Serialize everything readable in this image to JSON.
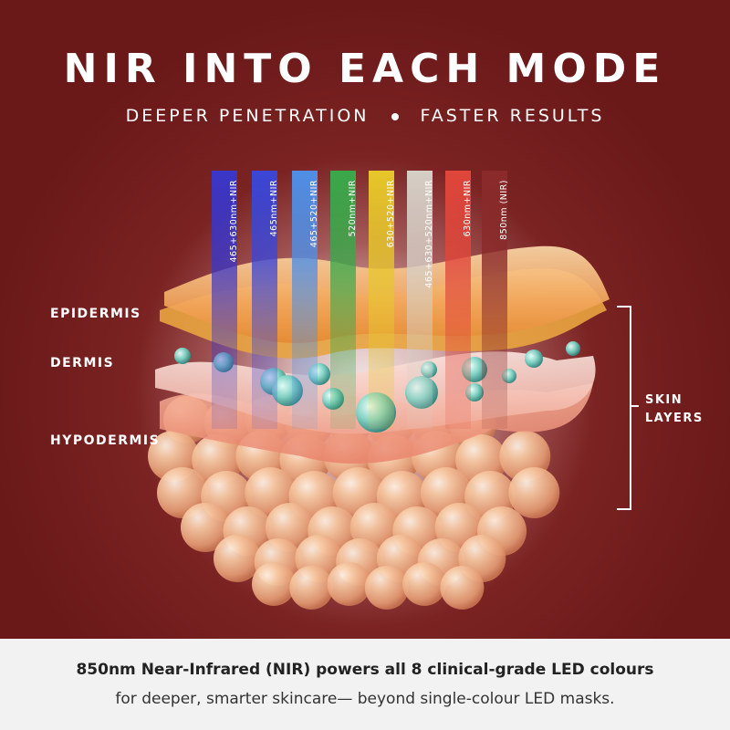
{
  "title": "NIR INTO EACH MODE",
  "subtitle": {
    "left": "DEEPER PENETRATION",
    "right": "FASTER RESULTS"
  },
  "layers": {
    "epidermis": "EPIDERMIS",
    "dermis": "DERMIS",
    "hypodermis": "HYPODERMIS"
  },
  "skin_layers_label": {
    "line1": "SKIN",
    "line2": "LAYERS"
  },
  "beams": [
    {
      "label": "465+630nm+NIR",
      "color": "#3a36c8"
    },
    {
      "label": "465nm+NIR",
      "color": "#3b46d6"
    },
    {
      "label": "465+520+NIR",
      "color": "#4f8fe6"
    },
    {
      "label": "520nm+NIR",
      "color": "#3aa84a"
    },
    {
      "label": "630+520+NIR",
      "color": "#e7c72a"
    },
    {
      "label": "465+630+520nm+NIR",
      "color": "#d6cfc6"
    },
    {
      "label": "630nm+NIR",
      "color": "#e0463a"
    },
    {
      "label": "850nm (NIR)",
      "color": "#8a2a2a"
    }
  ],
  "footer": {
    "line1": "850nm Near-Infrared (NIR) powers all 8 clinical-grade LED colours",
    "line2": "for deeper, smarter skincare— beyond single-colour LED masks."
  }
}
